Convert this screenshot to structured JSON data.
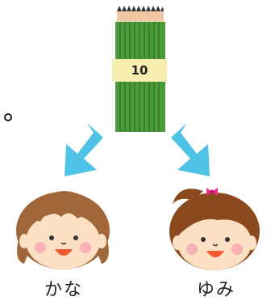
{
  "bundle": {
    "count": "10",
    "pencil_color": "#4a9a3a",
    "band_color": "#f5eeb0"
  },
  "arrow_color": "#4ec3e6",
  "children": [
    {
      "name": "かな",
      "hair_color": "#a0673a"
    },
    {
      "name": "ゆみ",
      "hair_color": "#8b4a1e",
      "ribbon_color": "#e8308a"
    }
  ]
}
